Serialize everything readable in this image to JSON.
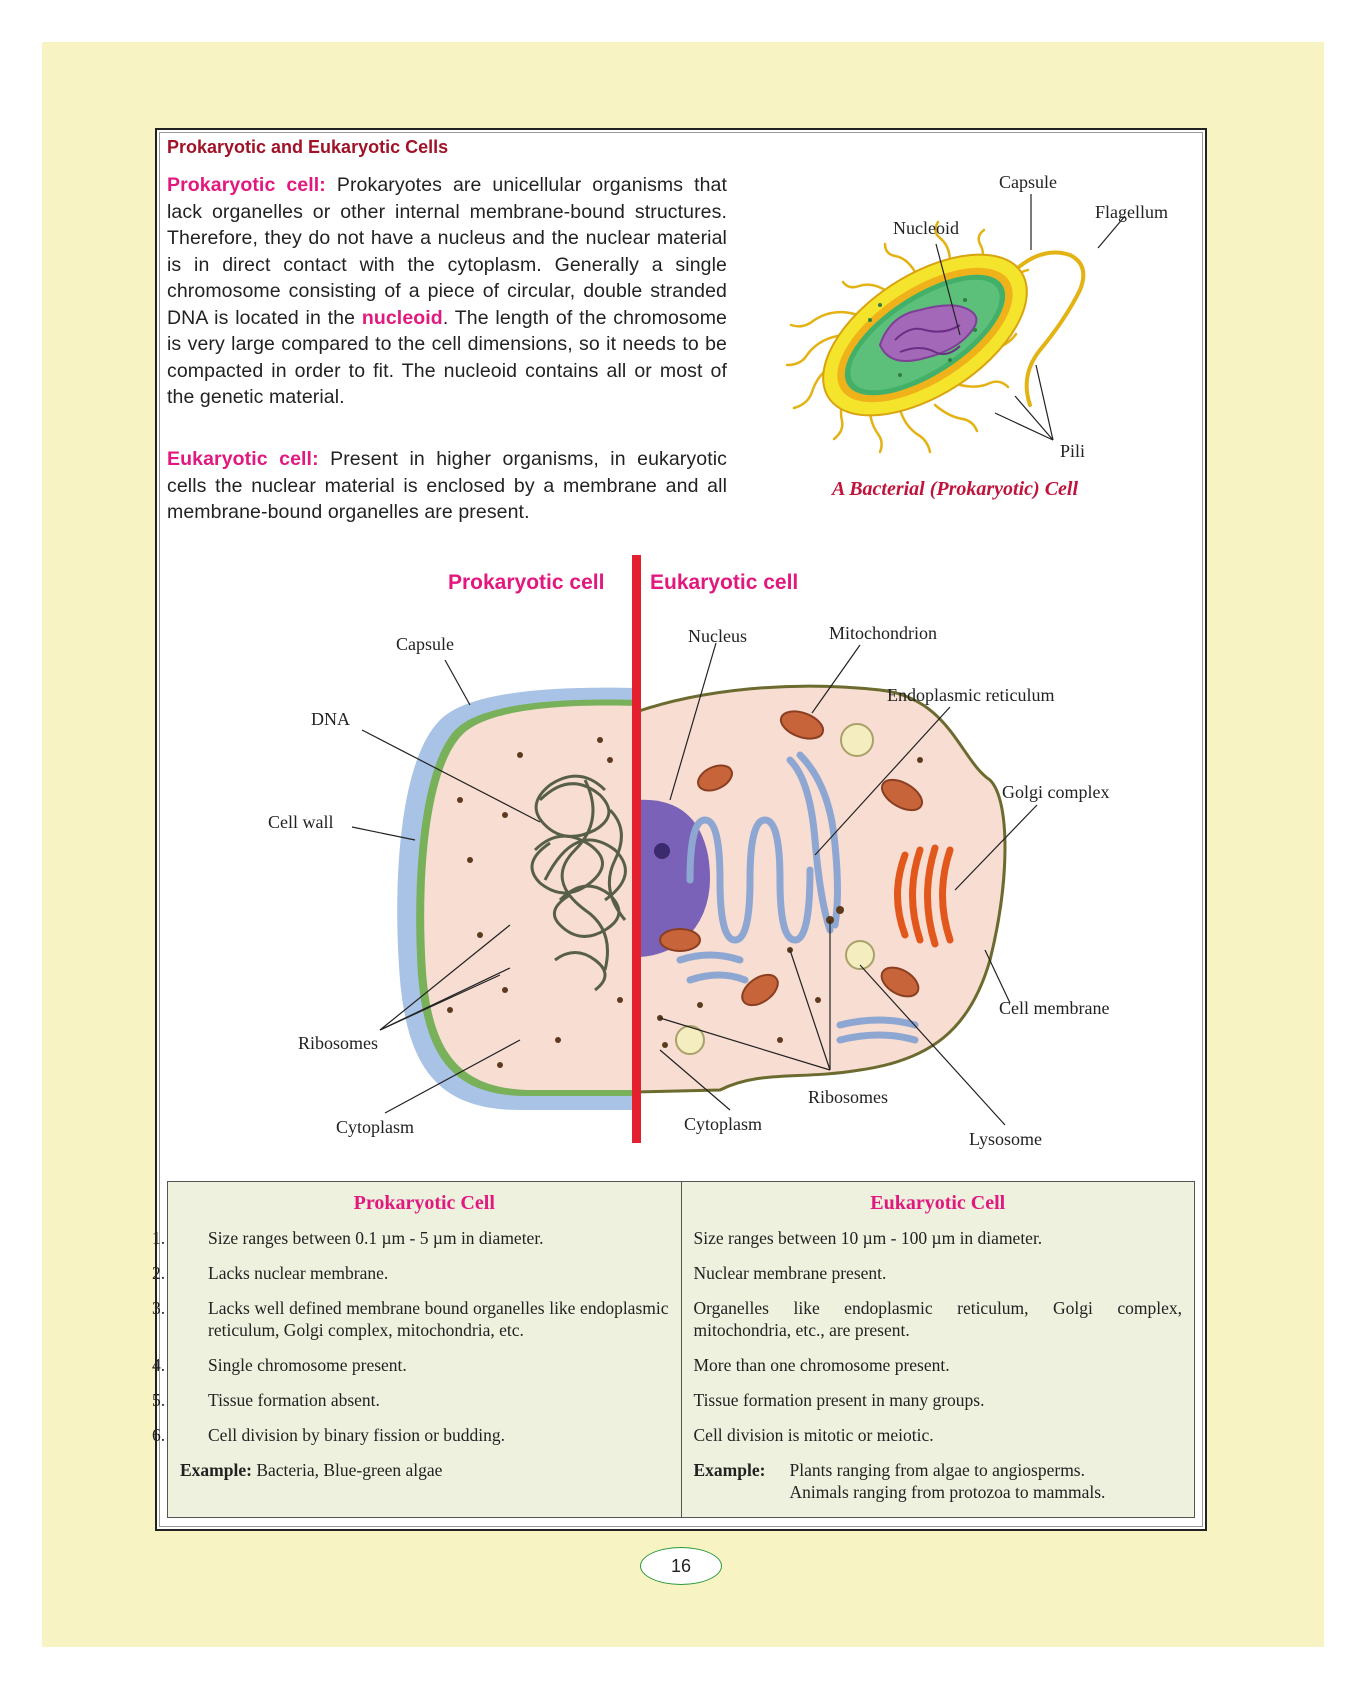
{
  "section_title": "Prokaryotic and Eukaryotic Cells",
  "prokaryotic_para": {
    "lead": "Prokaryotic cell:",
    "text_before": " Prokaryotes are unicellular organisms that lack organelles or other internal membrane-bound structures. Therefore, they do not have a nucleus and the nuclear material is in direct contact with the cytoplasm. Generally a single chromosome consisting of a piece of circular, double stranded DNA is located in the ",
    "highlight": "nucleoid",
    "text_after": ". The length of the chromosome is very large compared to the cell dimensions, so it needs to be compacted in order to fit. The nucleoid contains all or most of the genetic material."
  },
  "eukaryotic_para": {
    "lead": "Eukaryotic cell:",
    "text": " Present in higher organisms, in eukaryotic cells the nuclear material is enclosed by a membrane and all membrane-bound organelles are present."
  },
  "bacterial_figure": {
    "labels": {
      "capsule": "Capsule",
      "flagellum": "Flagellum",
      "nucleoid": "Nucleoid",
      "pili": "Pili"
    },
    "caption": "A Bacterial (Prokaryotic) Cell"
  },
  "comparison_figure": {
    "heading_left": "Prokaryotic cell",
    "heading_right": "Eukaryotic cell",
    "labels": {
      "capsule": "Capsule",
      "dna": "DNA",
      "cell_wall": "Cell wall",
      "ribosomes_left": "Ribosomes",
      "cytoplasm_left": "Cytoplasm",
      "nucleus": "Nucleus",
      "mitochondrion": "Mitochondrion",
      "endoplasmic_reticulum": "Endoplasmic reticulum",
      "golgi_complex": "Golgi complex",
      "cell_membrane": "Cell membrane",
      "ribosomes_right": "Ribosomes",
      "cytoplasm_right": "Cytoplasm",
      "lysosome": "Lysosome"
    },
    "colors": {
      "divider": "#e5202e",
      "cytoplasm": "#f8ddd2",
      "capsule": "#a9c3e6",
      "cell_wall": "#79b05a",
      "nucleus": "#7a62b8",
      "mitochondria": "#c8643a",
      "golgi": "#e2581c",
      "er": "#8ea7d2"
    }
  },
  "table": {
    "headers": [
      "Prokaryotic Cell",
      "Eukaryotic Cell"
    ],
    "rows": [
      {
        "num": "1.",
        "left": "Size ranges between 0.1 µm - 5 µm in diameter.",
        "right": "Size ranges between 10 µm - 100 µm in diameter."
      },
      {
        "num": "2.",
        "left": "Lacks nuclear membrane.",
        "right": "Nuclear membrane present."
      },
      {
        "num": "3.",
        "left": "Lacks well defined membrane bound organelles like endoplasmic reticulum, Golgi complex, mitochondria, etc.",
        "right": "Organelles like endoplasmic reticulum, Golgi complex, mitochondria, etc., are present."
      },
      {
        "num": "4.",
        "left": "Single chromosome present.",
        "right": "More than one chromosome present."
      },
      {
        "num": "5.",
        "left": "Tissue formation absent.",
        "right": "Tissue formation present in many groups."
      },
      {
        "num": "6.",
        "left": "Cell division by binary fission or budding.",
        "right": "Cell division is mitotic or meiotic."
      }
    ],
    "example_left": {
      "key": "Example:",
      "value": "Bacteria, Blue-green algae"
    },
    "example_right": {
      "key": "Example:",
      "line1": "Plants ranging from algae to angiosperms.",
      "line2": "Animals ranging from protozoa to mammals."
    }
  },
  "page_number": "16"
}
